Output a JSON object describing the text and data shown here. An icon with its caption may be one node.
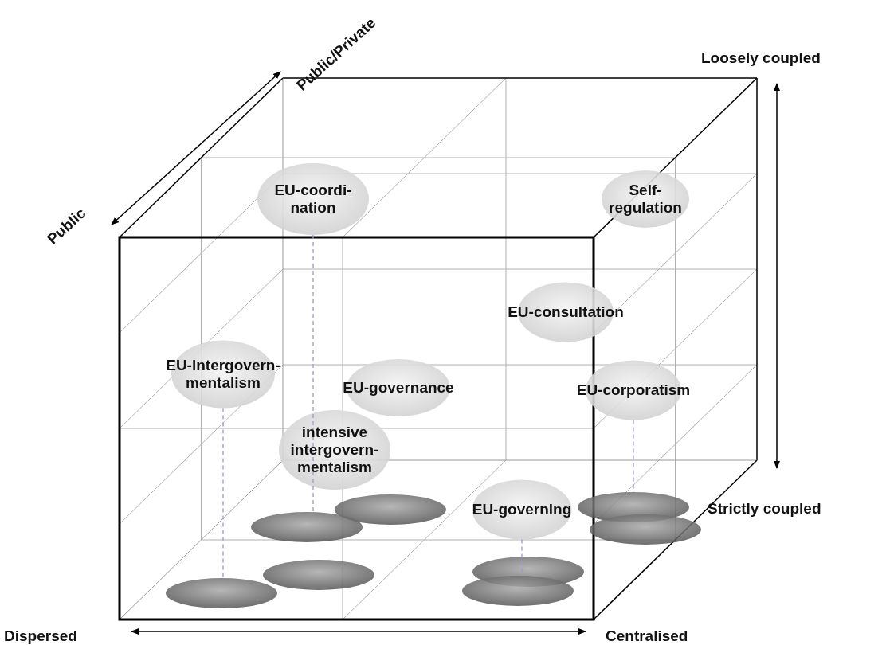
{
  "diagram": {
    "nodes": [
      {
        "text": [
          "EU-coordi- nation"
        ]
      },
      {
        "text": [
          "Self- regulation"
        ]
      },
      {
        "text": [
          "EU-consultation"
        ]
      },
      {
        "text": [
          "EU-intergovern- mentalism"
        ]
      },
      {
        "text": [
          "EU-governance"
        ]
      },
      {
        "text": [
          "EU-corporatism"
        ]
      },
      {
        "text": [
          "intensive intergovern- mentalism"
        ]
      },
      {
        "text": [
          "EU-governing"
        ]
      },
      {
        "text": [],
        "shape": "ellipse"
      },
      {
        "text": [],
        "shape": "ellipse"
      },
      {
        "text": [],
        "shape": "ellipse"
      },
      {
        "text": [],
        "shape": "ellipse"
      },
      {
        "text": [],
        "shape": "ellipse"
      },
      {
        "text": [],
        "shape": "ellipse"
      },
      {
        "text": [],
        "shape": "ellipse"
      },
      {
        "text": [],
        "shape": "ellipse"
      }
    ],
    "edges": [
      {
        "from": 0,
        "to": 10,
        "arrow": "none",
        "style": "dashed"
      },
      {
        "from": 3,
        "to": 14,
        "arrow": "none",
        "style": "dashed"
      },
      {
        "from": 5,
        "to": 9,
        "arrow": "none",
        "style": "dashed"
      },
      {
        "from": 7,
        "to": 15,
        "arrow": "none",
        "style": "dashed"
      }
    ],
    "labels": [
      "Public/Private",
      "Public",
      "Loosely coupled",
      "Strictly coupled",
      "Dispersed",
      "Centralised"
    ]
  }
}
